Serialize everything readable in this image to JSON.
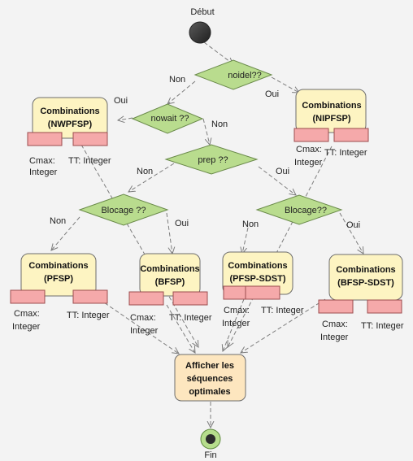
{
  "start": {
    "label": "Début"
  },
  "end": {
    "label": "Fin"
  },
  "decisions": {
    "noidel": "noidel??",
    "nowait": "nowait ??",
    "prep": "prep ??",
    "blocage_left": "Blocage ??",
    "blocage_right": "Blocage??"
  },
  "guards": {
    "noidel_non": "Non",
    "noidel_oui": "Oui",
    "nowait_oui": "Oui",
    "nowait_non": "Non",
    "prep_non": "Non",
    "prep_oui": "Oui",
    "bl_left_non": "Non",
    "bl_left_oui": "Oui",
    "bl_right_non": "Non",
    "bl_right_oui": "Oui"
  },
  "activities": {
    "nwpfsp": {
      "line1": "Combinations",
      "line2": "(NWPFSP)"
    },
    "nipfsp": {
      "line1": "Combinations",
      "line2": "(NIPFSP)"
    },
    "pfsp": {
      "line1": "Combinations",
      "line2": "(PFSP)"
    },
    "bfsp": {
      "line1": "Combinations",
      "line2": "(BFSP)"
    },
    "pfsp_sdst": {
      "line1": "Combinations",
      "line2": "(PFSP-SDST)"
    },
    "bfsp_sdst": {
      "line1": "Combinations",
      "line2": "(BFSP-SDST)"
    },
    "final": {
      "line1": "Afficher les",
      "line2": "séquences",
      "line3": "optimales"
    }
  },
  "pins": {
    "cmax_line1": "Cmax:",
    "cmax_line2": "Integer",
    "tt": "TT: Integer"
  }
}
